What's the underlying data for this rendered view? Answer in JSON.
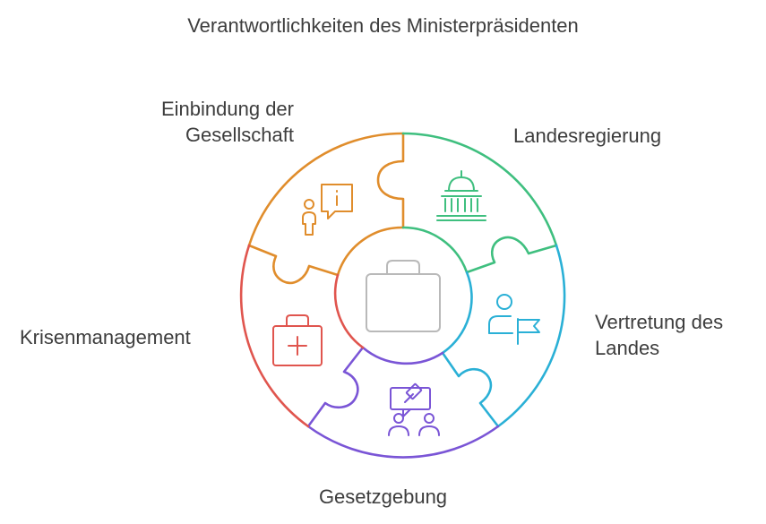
{
  "title": "Verantwortlichkeiten des Ministerpräsidenten",
  "segments": [
    {
      "id": "gesellschaft",
      "lines": [
        "Einbindung der",
        "Gesellschaft"
      ],
      "color": "#e08d2c",
      "icon": "person-info-icon"
    },
    {
      "id": "landesregierung",
      "lines": [
        "Landesregierung"
      ],
      "color": "#3fbf7f",
      "icon": "capitol-building-icon"
    },
    {
      "id": "vertretung",
      "lines": [
        "Vertretung des",
        "Landes"
      ],
      "color": "#2ab0d6",
      "icon": "person-flag-icon"
    },
    {
      "id": "gesetz",
      "lines": [
        "Gesetzgebung"
      ],
      "color": "#7a55d6",
      "icon": "people-gavel-icon"
    },
    {
      "id": "krisen",
      "lines": [
        "Krisenmanagement"
      ],
      "color": "#e0554e",
      "icon": "first-aid-kit-icon"
    }
  ],
  "center": {
    "icon": "briefcase-icon",
    "color": "#b9b9b9"
  }
}
